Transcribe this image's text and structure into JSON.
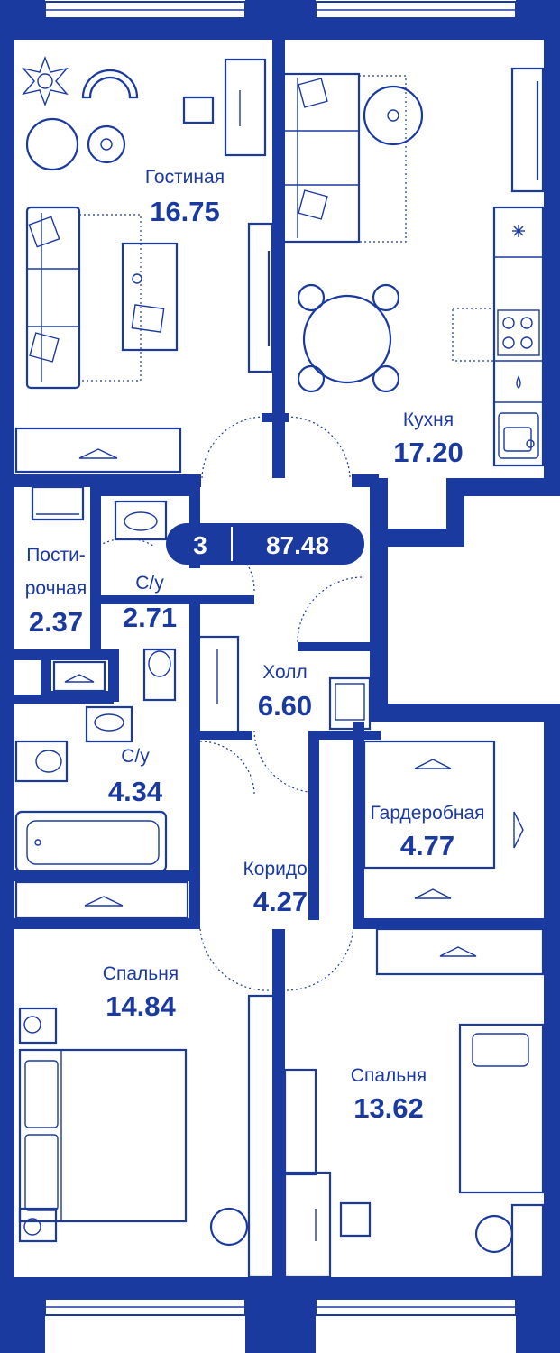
{
  "plan": {
    "accent_color": "#1a3aa0",
    "badge": {
      "rooms": "3",
      "total_area": "87.48"
    },
    "rooms": {
      "living": {
        "name": "Гостиная",
        "area": "16.75"
      },
      "kitchen": {
        "name": "Кухня",
        "area": "17.20"
      },
      "laundry": {
        "name_line1": "Пости-",
        "name_line2": "рочная",
        "area": "2.37"
      },
      "bath1": {
        "name": "С/у",
        "area": "2.71"
      },
      "hall": {
        "name": "Холл",
        "area": "6.60"
      },
      "bath2": {
        "name": "С/у",
        "area": "4.34"
      },
      "wardrobe": {
        "name": "Гардеробная",
        "area": "4.77"
      },
      "corridor": {
        "name": "Коридор",
        "area": "4.27"
      },
      "bedroom1": {
        "name": "Спальня",
        "area": "14.84"
      },
      "bedroom2": {
        "name": "Спальня",
        "area": "13.62"
      }
    }
  }
}
